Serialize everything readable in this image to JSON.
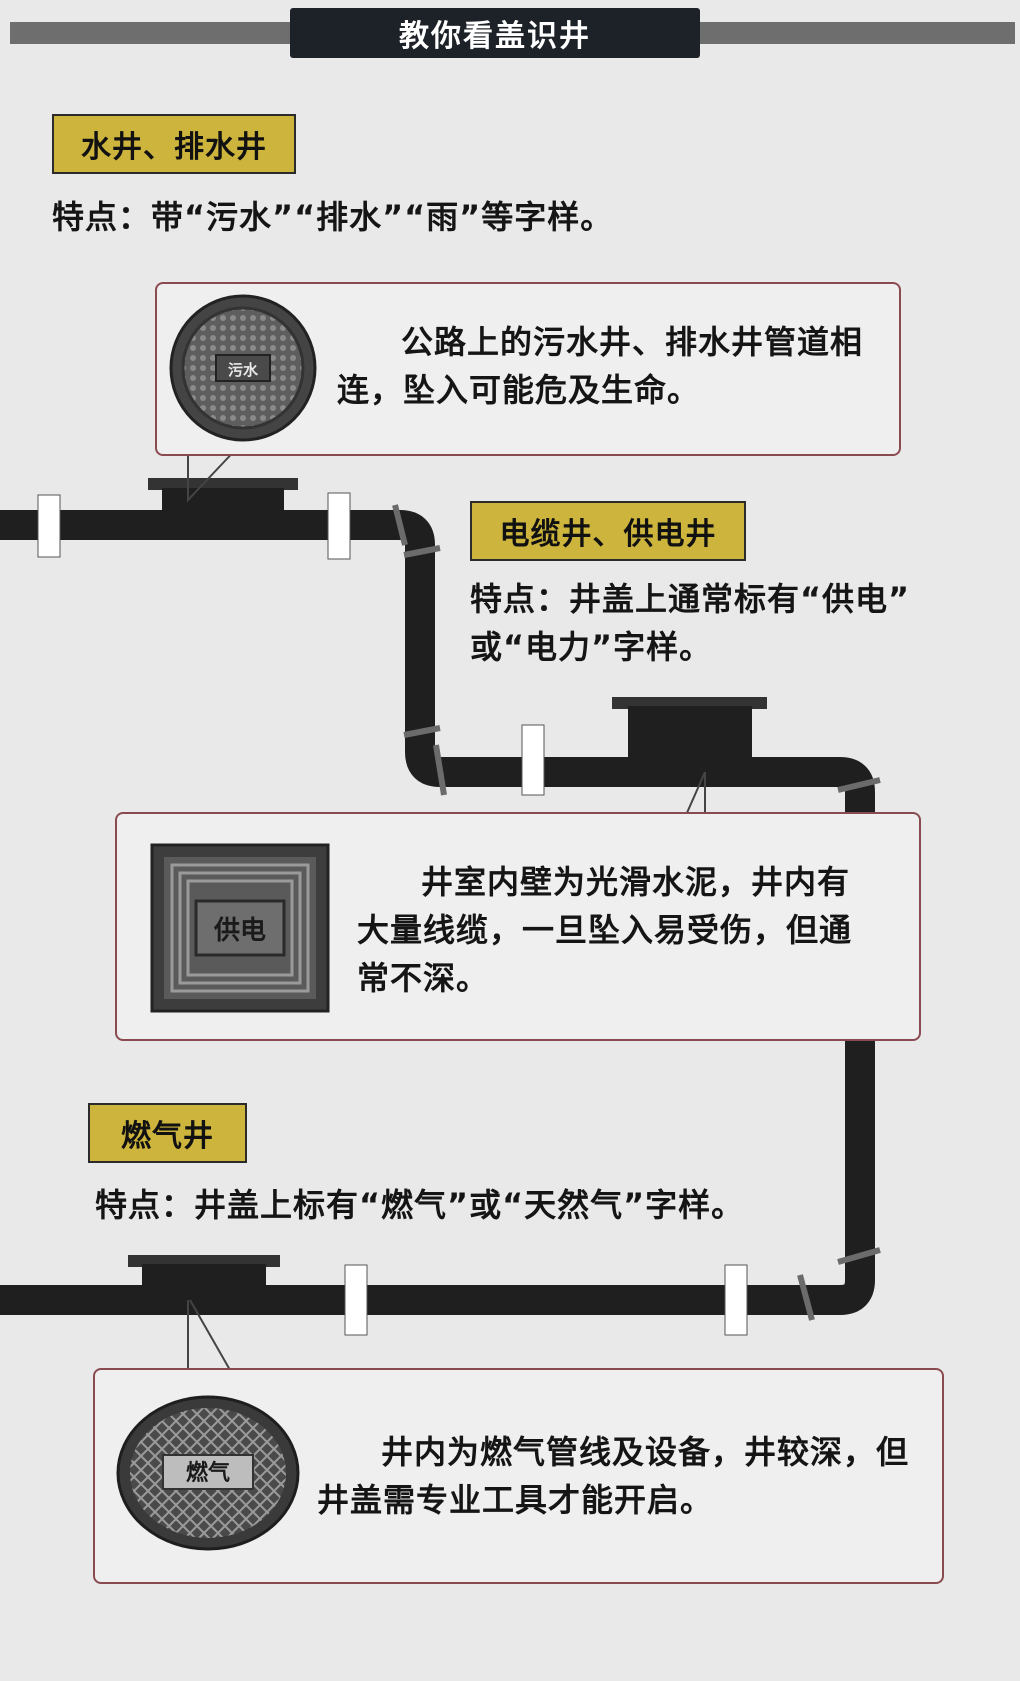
{
  "header": {
    "title": "教你看盖识井"
  },
  "sections": [
    {
      "tag": "水井、排水井",
      "feature": "特点：带“污水”“排水”“雨”等字样。",
      "description": "公路上的污水井、排水井管道相连，坠入可能危及生命。",
      "cover_label": "污水",
      "icon": "round-manhole-cover-icon"
    },
    {
      "tag": "电缆井、供电井",
      "feature_line1": "特点：井盖上通常标有“供电”",
      "feature_line2": "或“电力”字样。",
      "description": "井室内壁为光滑水泥，井内有大量线缆，一旦坠入易受伤，但通常不深。",
      "cover_label": "供电",
      "icon": "square-manhole-cover-icon"
    },
    {
      "tag": "燃气井",
      "feature": "特点：井盖上标有“燃气”或“天然气”字样。",
      "description": "井内为燃气管线及设备，井较深，但井盖需专业工具才能开启。",
      "cover_label": "燃气",
      "icon": "gas-manhole-cover-icon"
    }
  ],
  "colors": {
    "background": "#e9e9e9",
    "pipe": "#1f1f1f",
    "tag": "#cdb43c",
    "card_border": "#8a4b50",
    "title_band": "#1d2228"
  }
}
